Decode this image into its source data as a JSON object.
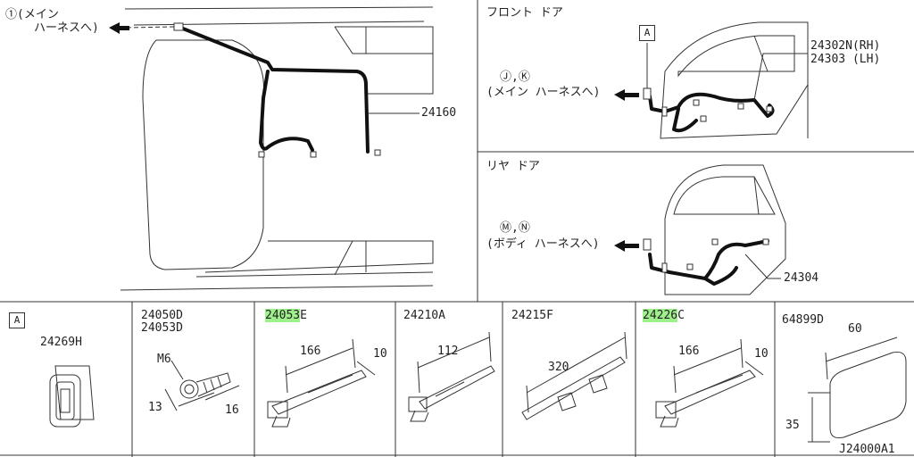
{
  "main": {
    "label_1a": "①(メイン",
    "label_1b": "ハーネスへ)",
    "part_24160": "24160"
  },
  "front_door": {
    "title": "フロント ドア",
    "box_label": "A",
    "jk_label": "Ⓙ,Ⓚ",
    "jk_sub": "(メイン ハーネスへ)",
    "part_rh": "24302N(RH)",
    "part_lh": "24303 (LH)"
  },
  "rear_door": {
    "title": "リヤ ドア",
    "mn_label": "Ⓜ,Ⓝ",
    "mn_sub": "(ボディ ハーネスへ)",
    "part_24304": "24304"
  },
  "parts": {
    "p1_box": "A",
    "p1_code": "24269H",
    "p2_code_a": "24050D",
    "p2_code_b": "24053D",
    "p2_m6": "M6",
    "p2_13": "13",
    "p2_16": "16",
    "p3_code_hl": "24053",
    "p3_code_tail": "E",
    "p3_166": "166",
    "p3_10": "10",
    "p4_code": "24210A",
    "p4_112": "112",
    "p5_code": "24215F",
    "p5_320": "320",
    "p6_code_hl": "24226",
    "p6_code_tail": "C",
    "p6_166": "166",
    "p6_10": "10",
    "p7_code": "64899D",
    "p7_60": "60",
    "p7_35": "35",
    "footer_code": "J24000A1"
  }
}
